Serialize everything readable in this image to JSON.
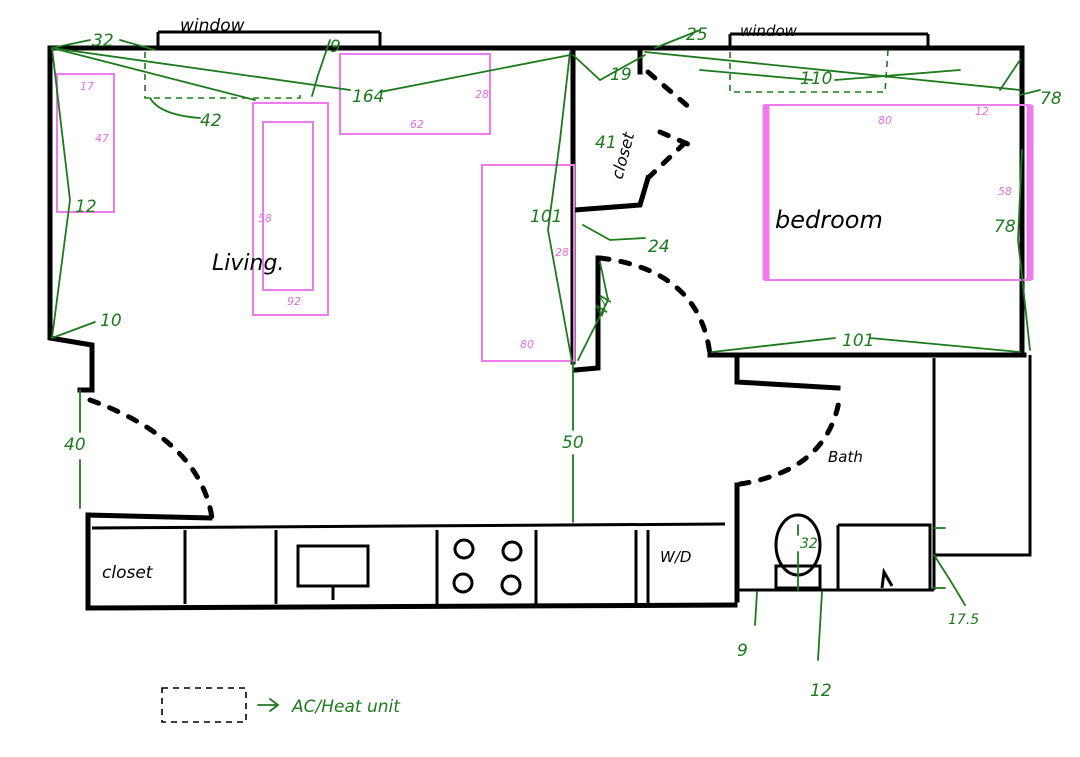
{
  "labels": {
    "window_left": "window",
    "window_right": "window",
    "living": "Living.",
    "bedroom": "bedroom",
    "closet_bedroom": "closet",
    "closet_kitchen": "closet",
    "bath": "Bath",
    "washer_dryer": "W/D",
    "legend": "AC/Heat unit"
  },
  "dimensions": {
    "d32": "32",
    "d9": "9",
    "d42": "42",
    "d164": "164",
    "d19": "19",
    "d25": "25",
    "d110": "110",
    "d78_top": "78",
    "d101_top": "101",
    "d41_closet": "41",
    "d24": "24",
    "d44": "44",
    "d10": "10",
    "d40": "40",
    "d50": "50",
    "d78_side": "78",
    "d101_bed": "101",
    "d32_toilet": "32",
    "d9_bottom": "9",
    "d12": "12",
    "d17_5": "17.5",
    "d12_leftshelf": "12"
  },
  "furniture_labels": {
    "shelf_top": "17",
    "shelf_side": "47",
    "couch_left": "58",
    "couch_bottom": "92",
    "desk_right": "28",
    "desk_bottom": "62",
    "table_side": "28",
    "table_bottom": "80",
    "bed_top": "80",
    "bed_right_top": "12",
    "bed_right": "58"
  }
}
